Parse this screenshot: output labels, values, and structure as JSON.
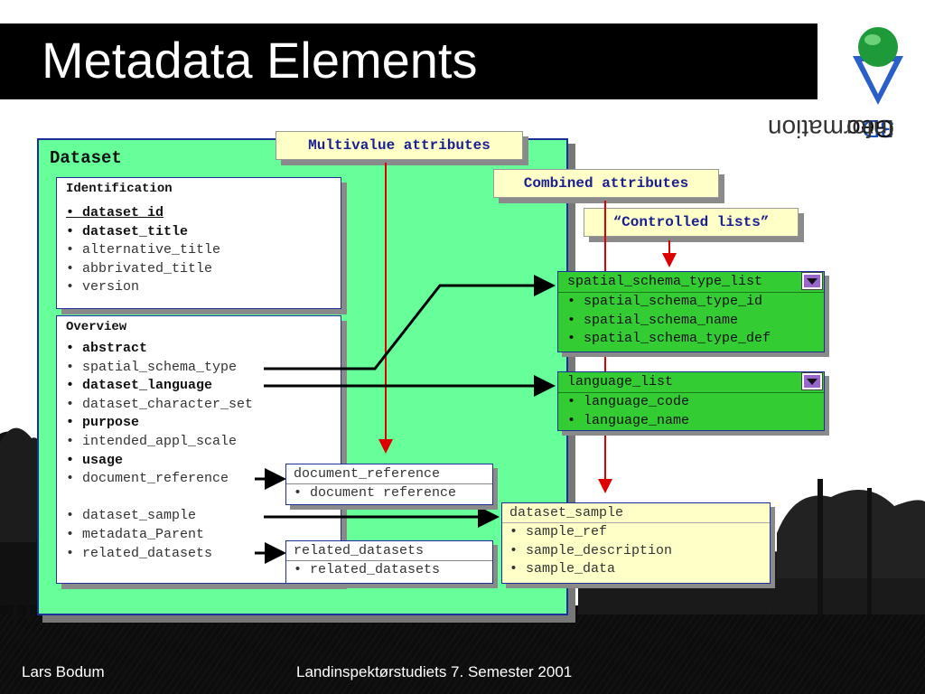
{
  "title": "Metadata Elements",
  "brand": {
    "part1": "3D",
    "part2": "Geo",
    "part3": "Information"
  },
  "dataset": {
    "label": "Dataset",
    "identification": {
      "header": "Identification",
      "items": [
        "• dataset_id",
        "• dataset_title",
        "• alternative_title",
        "• abbrivated_title",
        "• version"
      ]
    },
    "overview": {
      "header": "Overview",
      "items": [
        "• abstract",
        "• spatial_schema_type",
        "• dataset_language",
        "• dataset_character_set",
        "• purpose",
        "• intended_appl_scale",
        "• usage",
        "• document_reference",
        "",
        "• dataset_sample",
        "• metadata_Parent",
        "• related_datasets"
      ]
    }
  },
  "callouts": {
    "multivalue": "Multivalue attributes",
    "combined": "Combined attributes",
    "controlled": "“Controlled lists”"
  },
  "document_reference_box": {
    "header": "document_reference",
    "items": [
      "• document reference"
    ]
  },
  "related_datasets_box": {
    "header": "related_datasets",
    "items": [
      "• related_datasets"
    ]
  },
  "spatial_schema_list": {
    "header": "spatial_schema_type_list",
    "items": [
      "• spatial_schema_type_id",
      "• spatial_schema_name",
      "• spatial_schema_type_def"
    ]
  },
  "language_list": {
    "header": "language_list",
    "items": [
      "• language_code",
      "• language_name"
    ]
  },
  "dataset_sample_box": {
    "header": "dataset_sample",
    "items": [
      "• sample_ref",
      "• sample_description",
      "• sample_data"
    ]
  },
  "footer": {
    "author": "Lars Bodum",
    "course": "Landinspektørstudiets 7. Semester 2001"
  },
  "colors": {
    "dataset_bg": "#66ff99",
    "list_bg": "#33cc33",
    "callout_bg": "#ffffc8",
    "arrow_red": "#dd0000",
    "border_blue": "#1a2f9a"
  }
}
